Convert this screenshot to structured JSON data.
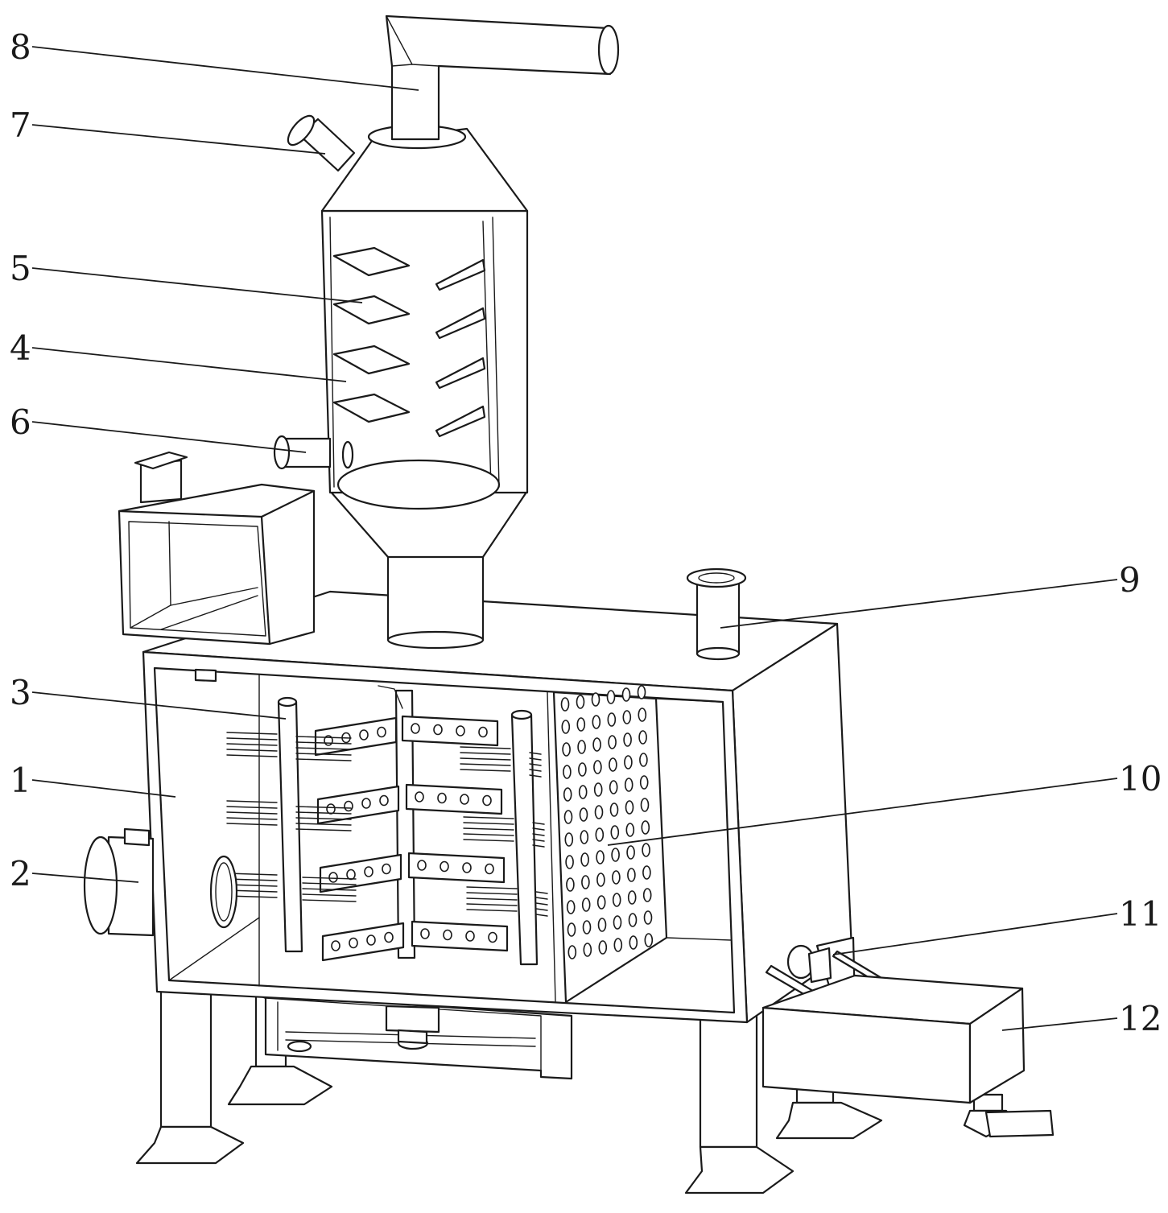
{
  "figure": {
    "type": "patent-style line drawing",
    "subject": "mechanical apparatus with vertical separator column and lower mixing chamber"
  },
  "callouts": [
    {
      "id": "8",
      "label": "8"
    },
    {
      "id": "7",
      "label": "7"
    },
    {
      "id": "5",
      "label": "5"
    },
    {
      "id": "4",
      "label": "4"
    },
    {
      "id": "6",
      "label": "6"
    },
    {
      "id": "3",
      "label": "3"
    },
    {
      "id": "1",
      "label": "1"
    },
    {
      "id": "2",
      "label": "2"
    },
    {
      "id": "9",
      "label": "9"
    },
    {
      "id": "10",
      "label": "10"
    },
    {
      "id": "11",
      "label": "11"
    },
    {
      "id": "12",
      "label": "12"
    }
  ],
  "colors": {
    "line": "#1a1a1a",
    "background": "#ffffff"
  }
}
